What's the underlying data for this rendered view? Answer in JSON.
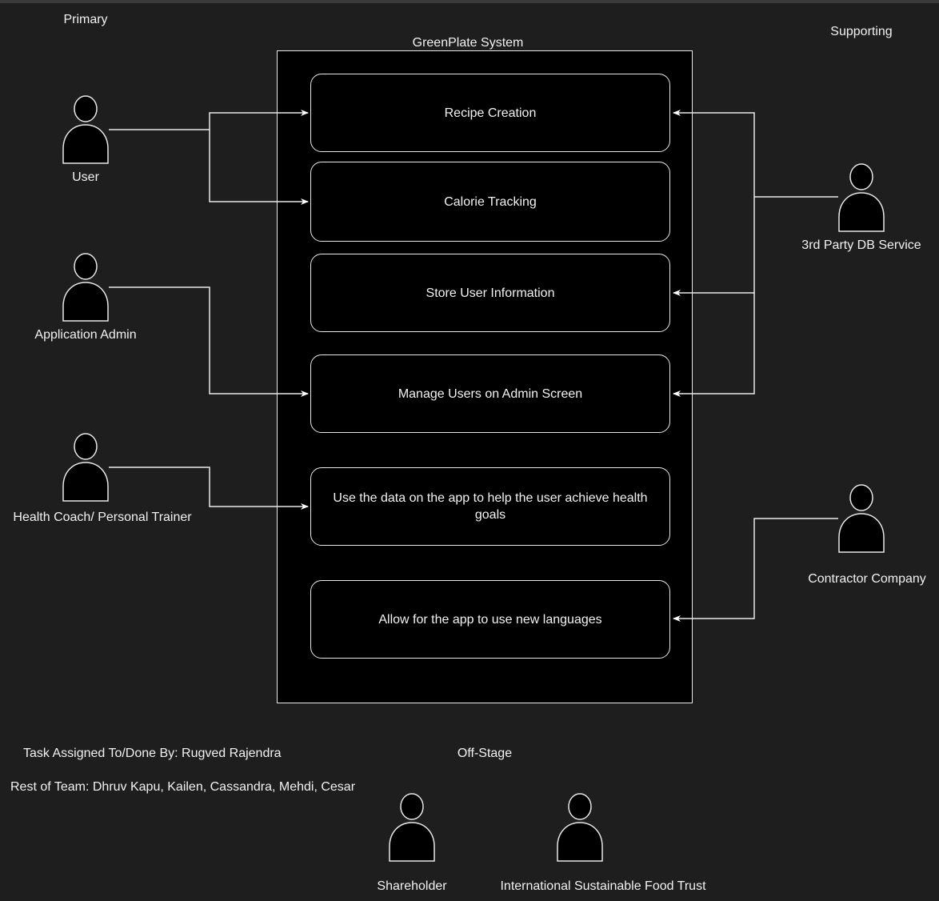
{
  "sections": {
    "primary": "Primary",
    "supporting": "Supporting",
    "offstage": "Off-Stage"
  },
  "system": {
    "title": "GreenPlate System"
  },
  "use_cases": {
    "recipe": "Recipe Creation",
    "calorie": "Calorie Tracking",
    "store": "Store User Information",
    "manage": "Manage Users on Admin Screen",
    "health": "Use the data on the app to help the user achieve health goals",
    "languages": "Allow for the app to use new languages"
  },
  "actors": {
    "user": "User",
    "admin": "Application Admin",
    "coach": "Health Coach/ Personal Trainer",
    "db": "3rd Party DB Service",
    "contractor": "Contractor Company",
    "shareholder": "Shareholder",
    "trust": "International Sustainable Food Trust"
  },
  "notes": {
    "assigned": "Task Assigned To/Done By: Rugved Rajendra",
    "team": "Rest of Team: Dhruv Kapu, Kailen, Cassandra, Mehdi, Cesar"
  },
  "colors": {
    "background": "#1e1e1e",
    "stroke": "#e8e8e8",
    "fill": "#000000"
  }
}
